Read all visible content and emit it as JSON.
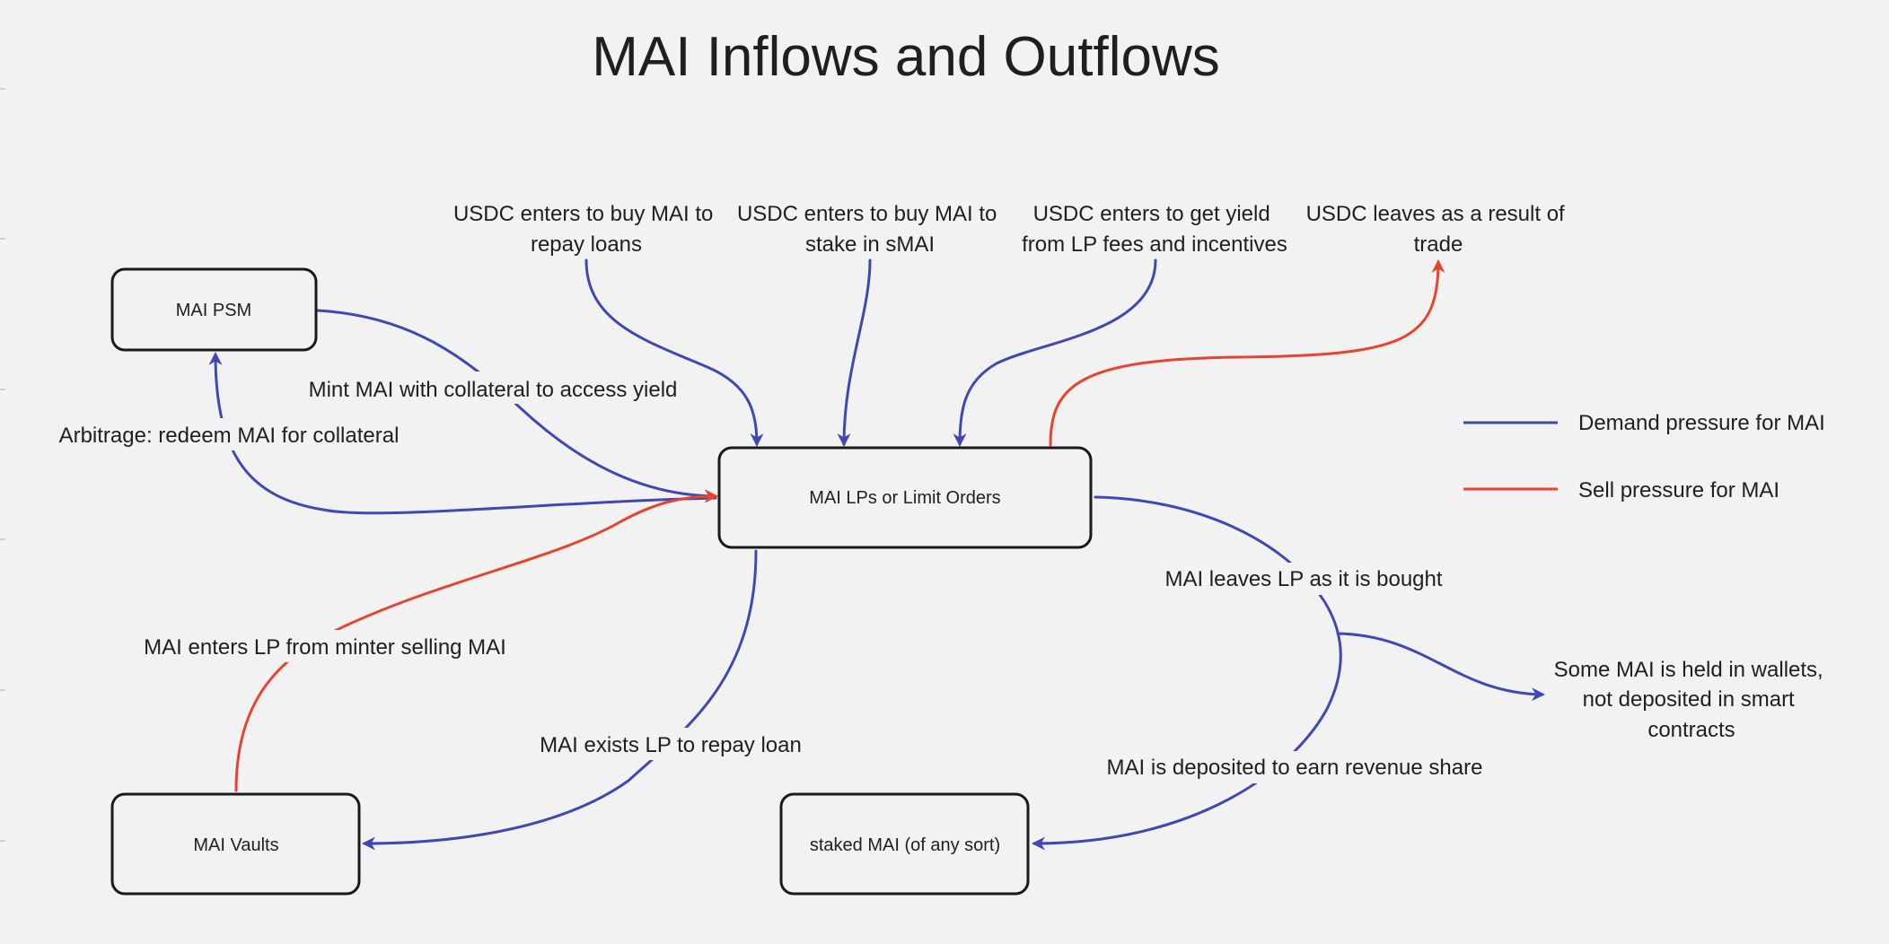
{
  "title": "MAI Inflows and Outflows",
  "colors": {
    "demand": "#3f48b5",
    "sell": "#e8442d",
    "box_stroke": "#1a1a1a",
    "background": "#f2f2f2"
  },
  "nodes": {
    "psm": "MAI PSM",
    "lp": "MAI LPs or Limit Orders",
    "vaults": "MAI Vaults",
    "staked": "staked MAI (of any sort)"
  },
  "sources": {
    "repay_loans": [
      "USDC enters to buy MAI to",
      "repay loans"
    ],
    "stake_smai": [
      "USDC enters to buy MAI to",
      "stake in sMAI"
    ],
    "yield": [
      "USDC enters to get yield",
      "from LP fees and incentives"
    ],
    "leaves": [
      "USDC leaves as a result of",
      "trade"
    ],
    "wallets": [
      "Some MAI is held in wallets,",
      "not deposited in smart",
      "contracts"
    ]
  },
  "edge_labels": {
    "mint": "Mint MAI with collateral to access yield",
    "arbitrage": "Arbitrage: redeem MAI for collateral",
    "minter_selling": "MAI enters LP from minter selling MAI",
    "repay_loan": "MAI exists LP to repay loan",
    "bought": "MAI leaves LP as it is bought",
    "deposited": "MAI is deposited to earn revenue share"
  },
  "legend": {
    "demand": "Demand pressure for MAI",
    "sell": "Sell pressure for MAI"
  }
}
